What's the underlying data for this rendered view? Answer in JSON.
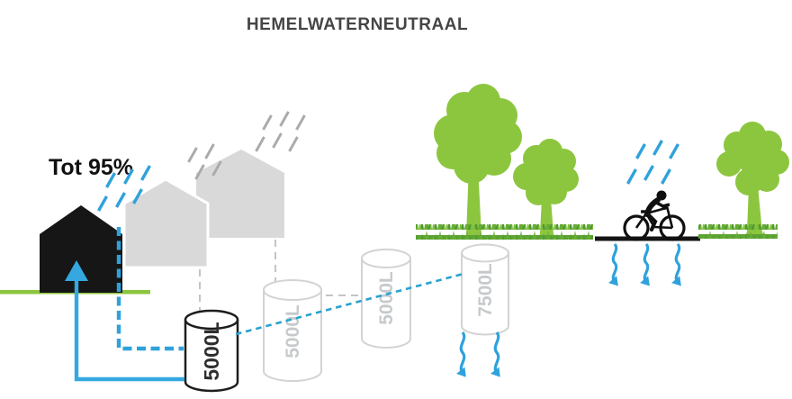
{
  "title": "HEMELWATERNEUTRAAL",
  "labels": {
    "capture_rate": "Tot 95%"
  },
  "tanks": [
    {
      "name": "tank-1",
      "label": "5000L",
      "style": "active-black-outline"
    },
    {
      "name": "tank-2",
      "label": "5000L",
      "style": "ghost-gray"
    },
    {
      "name": "tank-3",
      "label": "5000L",
      "style": "ghost-gray"
    },
    {
      "name": "tank-4",
      "label": "7500L",
      "style": "ghost-gray"
    }
  ],
  "icons": [
    "black-house-icon",
    "ghost-house-small-icon",
    "ghost-house-large-icon",
    "rain-icon-blue",
    "rain-icon-gray",
    "tree-icon",
    "grass-icon",
    "road-icon",
    "cyclist-icon",
    "storage-tank-icon",
    "return-arrow-icon",
    "infiltration-arrow-icon"
  ],
  "colors": {
    "water_blue": "#2FA2DB",
    "overflow_blue": "#29A3CF",
    "foliage_green": "#8CC63F",
    "grass_dark_green": "#4E9A2E",
    "ghost_gray": "#D9D9D9",
    "ghost_line_gray": "#C4C4C4",
    "ink_black": "#161616",
    "title_gray": "#454545"
  }
}
